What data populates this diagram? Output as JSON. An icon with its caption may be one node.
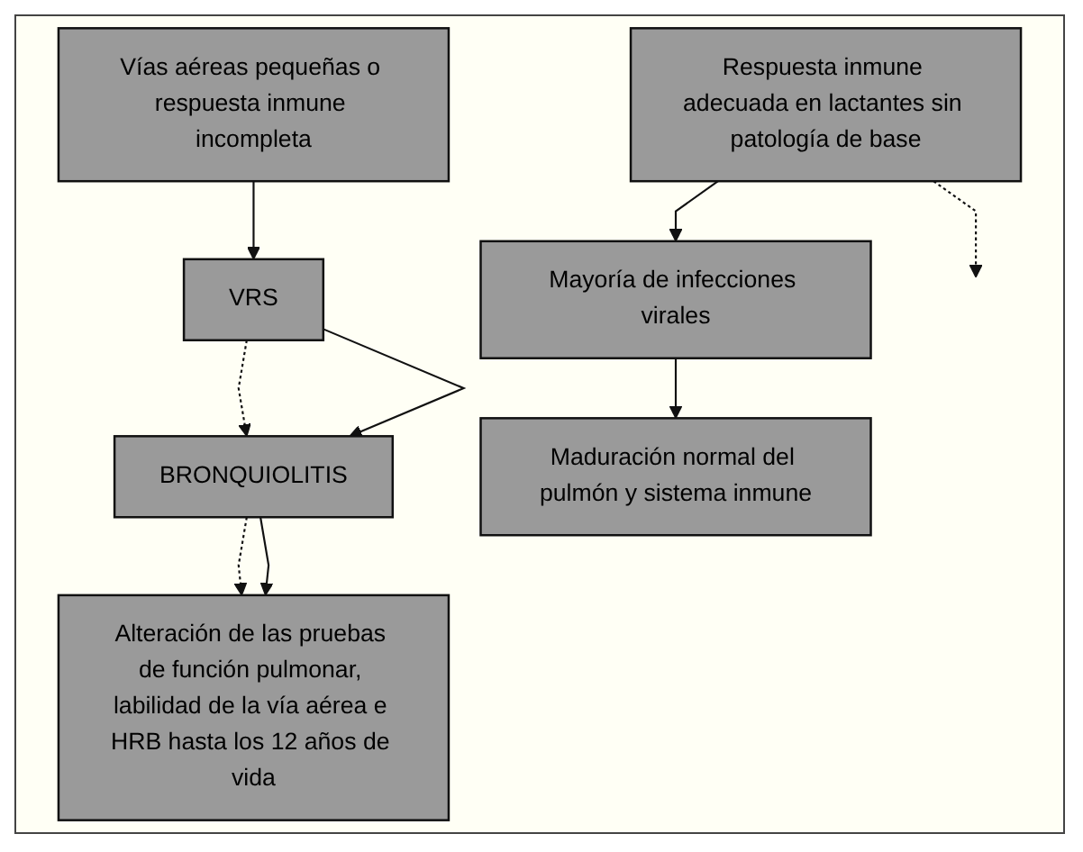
{
  "diagram": {
    "nodes": [
      {
        "text": [
          "Respuesta inmune adecuada en lactantes sin patología de base"
        ]
      },
      {
        "text": [
          "Vías aéreas pequeñas o respuesta inmune incompleta"
        ]
      },
      {
        "text": [
          "Mayoría de infecciones virales"
        ]
      },
      {
        "text": [
          "VRS"
        ]
      },
      {
        "text": [
          "BRONQUIOLITIS"
        ]
      },
      {
        "text": [
          "Maduración normal del pulmón y sistema inmune"
        ]
      },
      {
        "text": [
          "Alteración de las pruebas de función pulmonar, labilidad de la vía aérea e HRB hasta los 12 años de vida"
        ]
      }
    ],
    "edges": [
      {
        "from": 0,
        "to": 2,
        "arrow": "to"
      },
      {
        "from": 0,
        "to": null,
        "arrow": "to",
        "style": "dashed"
      },
      {
        "from": 1,
        "to": 3,
        "arrow": "to"
      },
      {
        "from": 2,
        "to": 5,
        "arrow": "to"
      },
      {
        "from": 3,
        "to": 4,
        "arrow": "to",
        "style": "dashed"
      },
      {
        "from": 3,
        "to": 4,
        "arrow": "to"
      },
      {
        "from": 4,
        "to": 6,
        "arrow": "to",
        "style": "dashed"
      },
      {
        "from": 4,
        "to": 6,
        "arrow": "to"
      }
    ]
  }
}
